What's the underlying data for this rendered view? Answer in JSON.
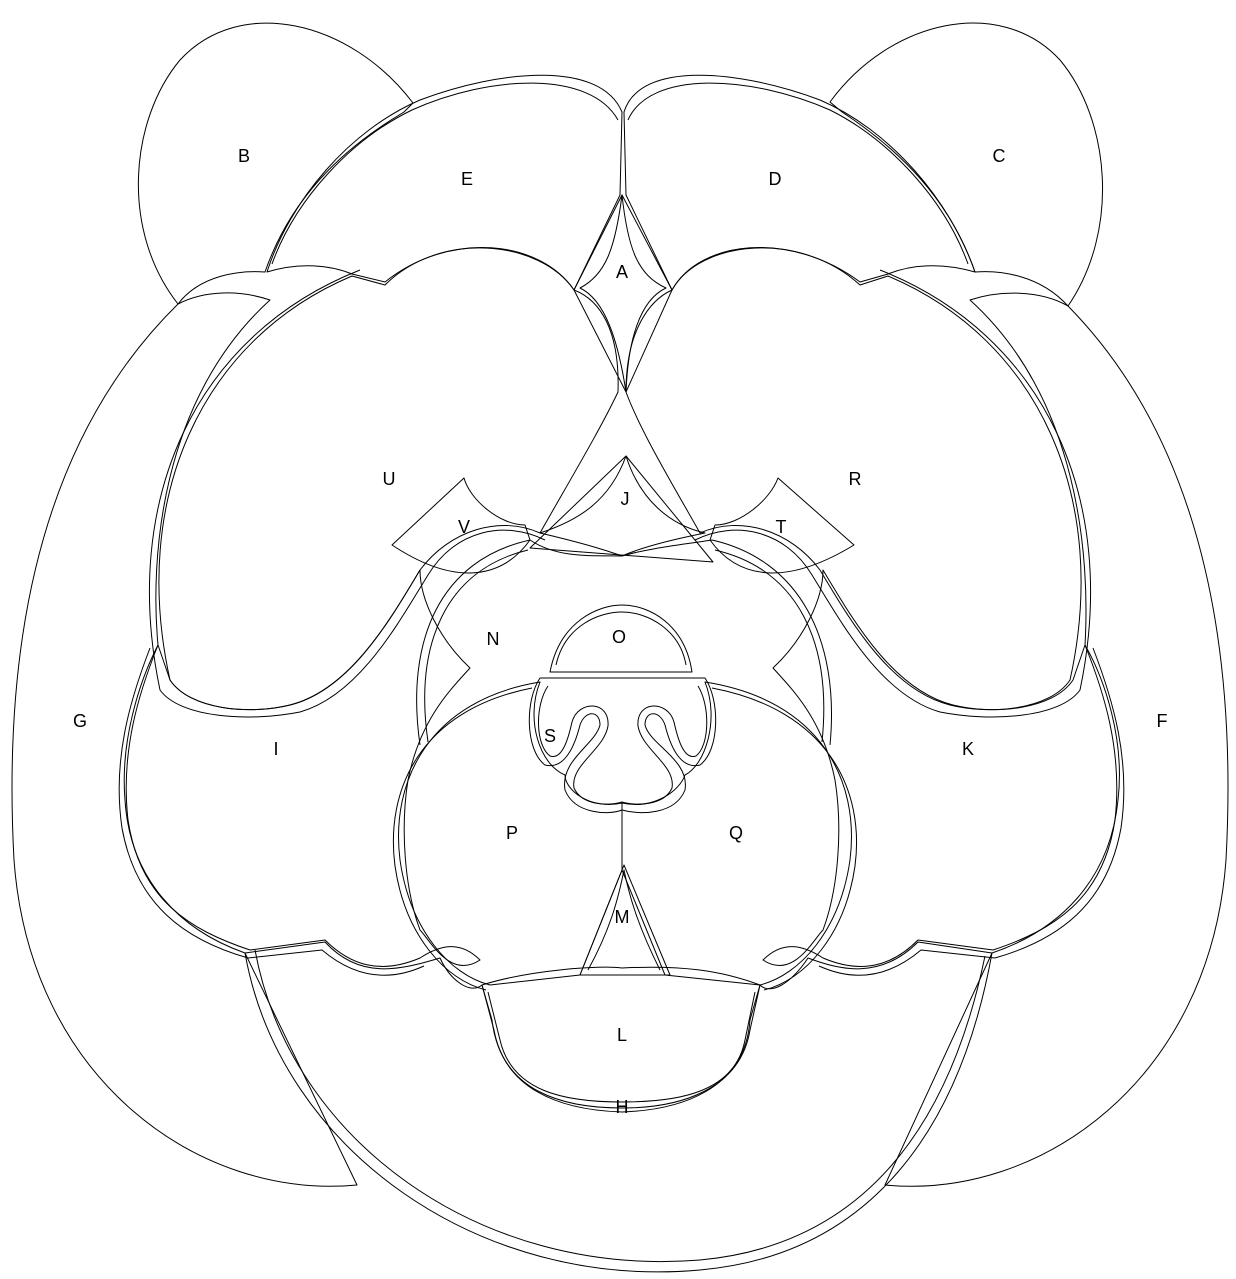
{
  "diagram": {
    "line_color": "#000000",
    "background": "#ffffff",
    "labels": {
      "A": "A",
      "B": "B",
      "C": "C",
      "D": "D",
      "E": "E",
      "F": "F",
      "G": "G",
      "H": "H",
      "I": "I",
      "J": "J",
      "K": "K",
      "L": "L",
      "M": "M",
      "N": "N",
      "O": "O",
      "P": "P",
      "Q": "Q",
      "R": "R",
      "S": "S",
      "T": "T",
      "U": "U",
      "V": "V"
    }
  }
}
